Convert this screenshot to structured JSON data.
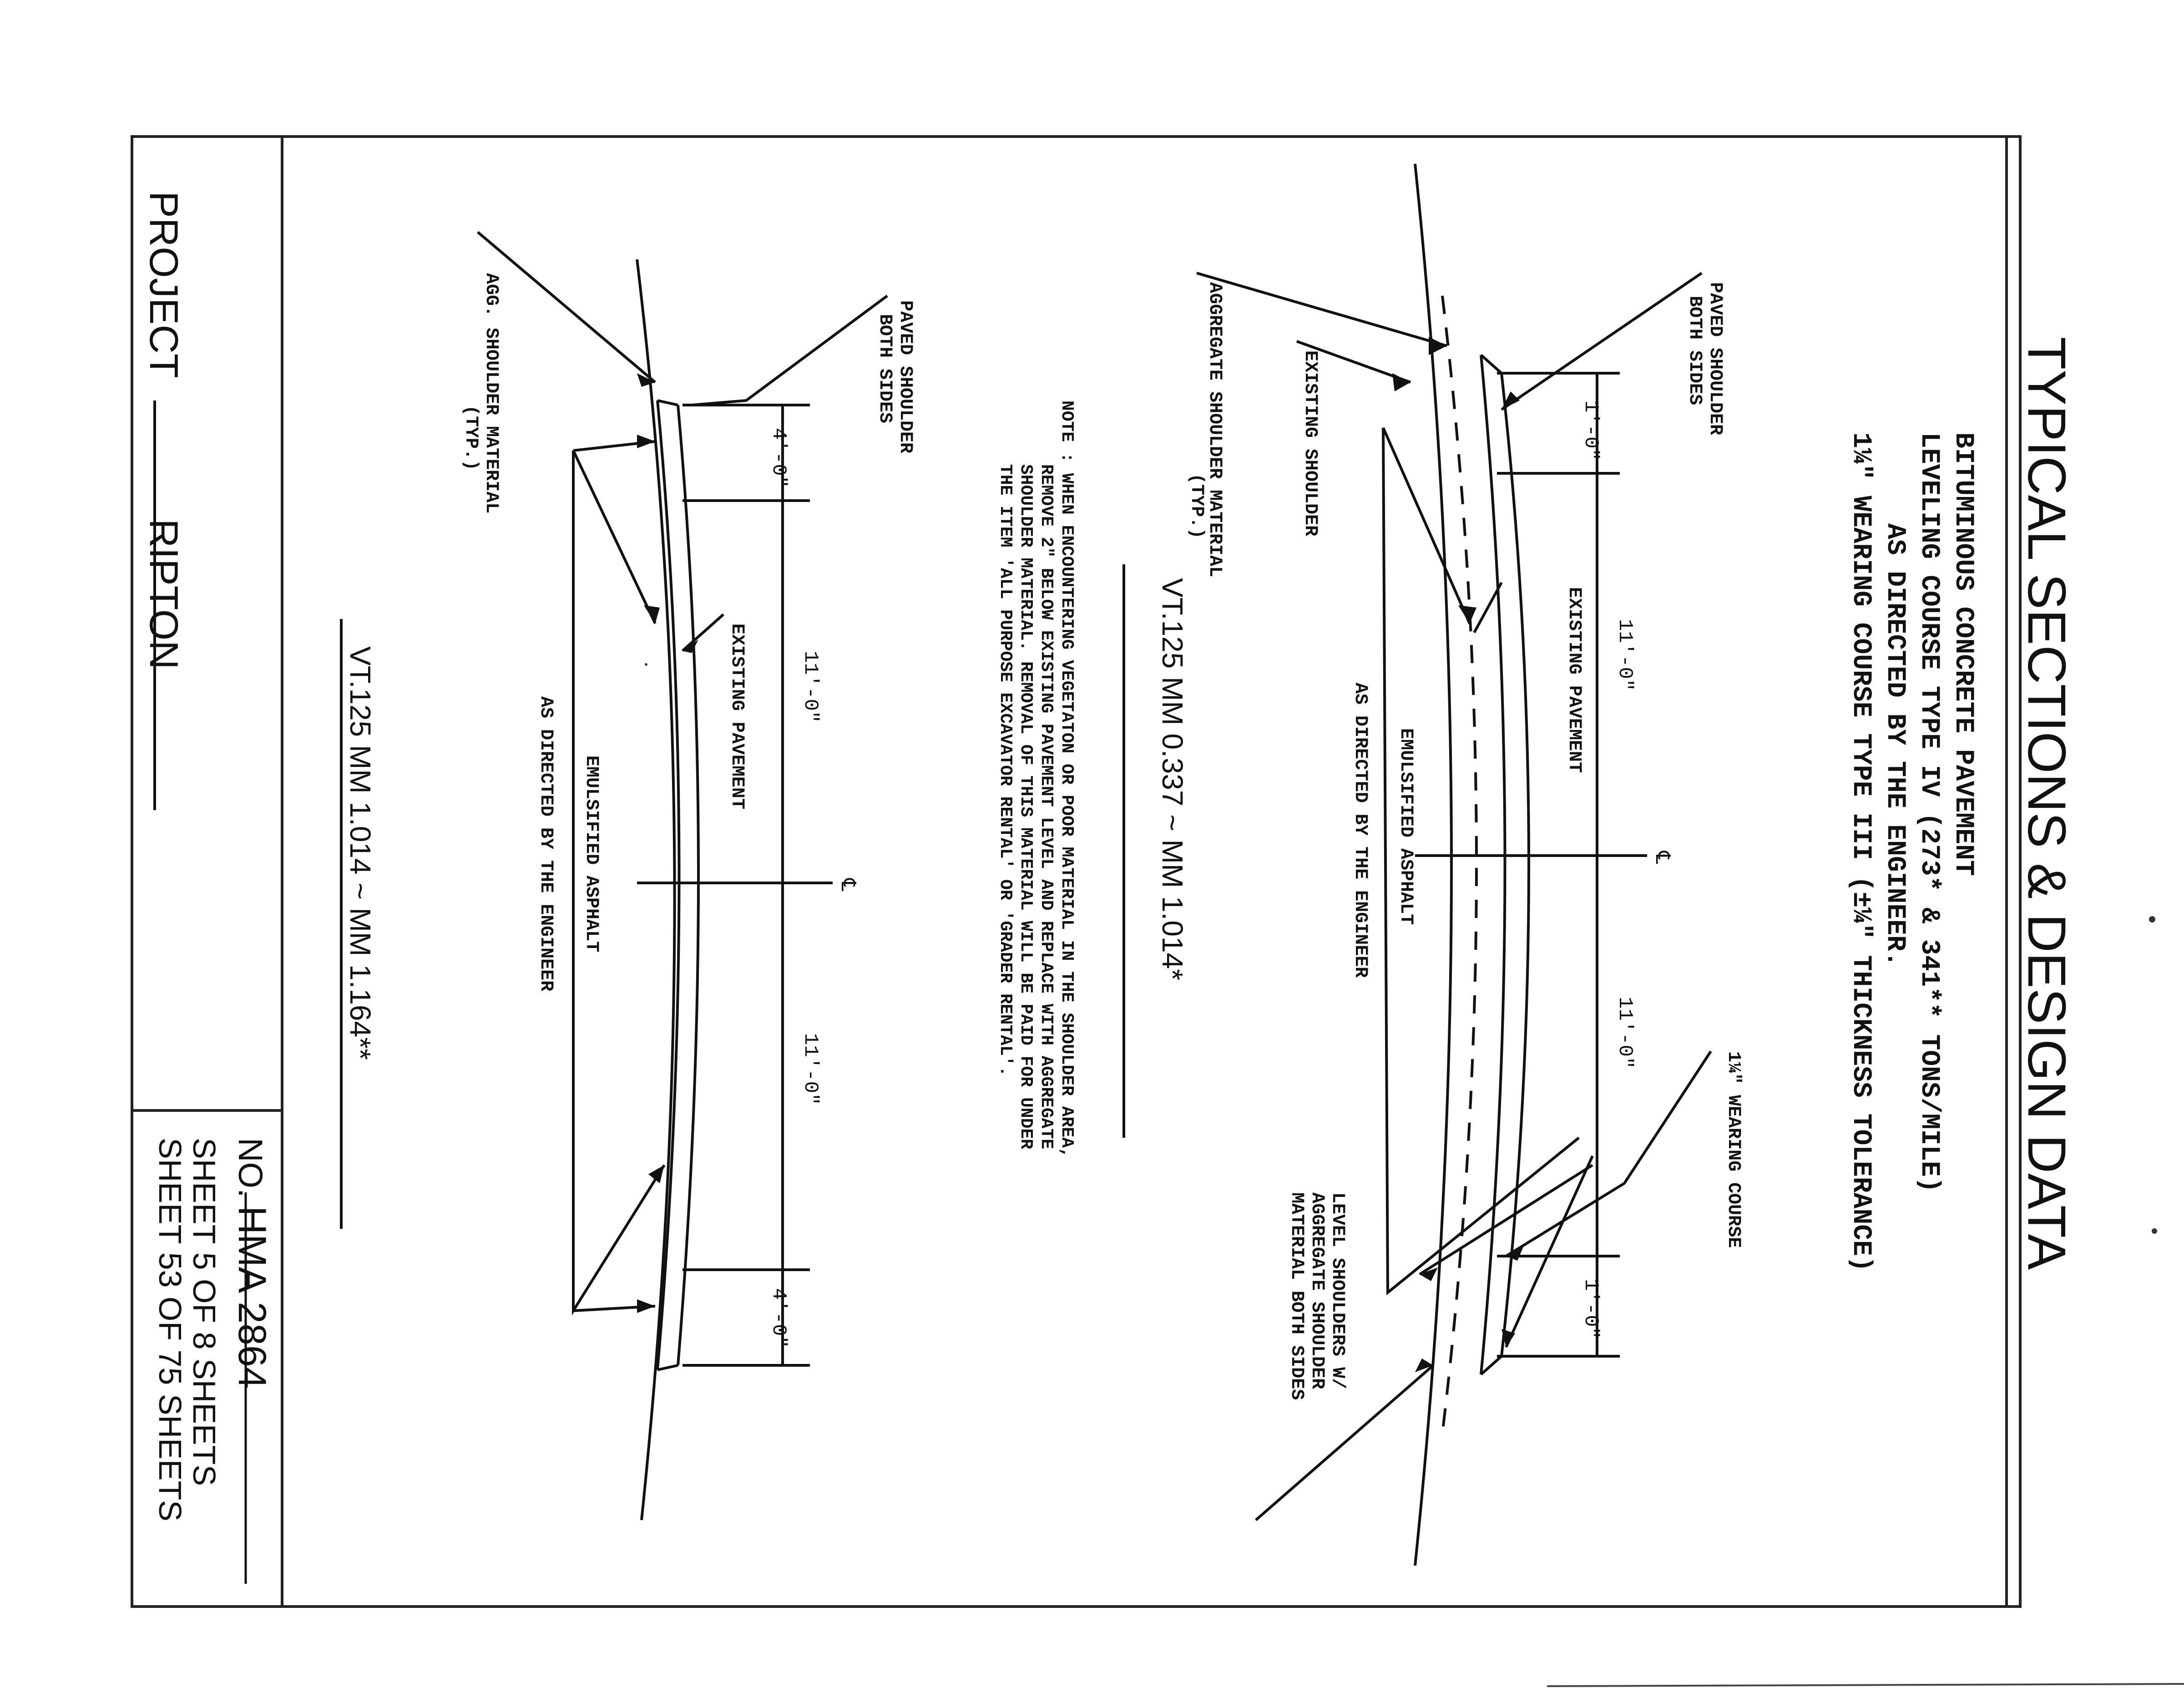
{
  "title": "TYPICAL SECTIONS & DESIGN DATA",
  "header_notes": [
    "BITUMINOUS CONCRETE PAVEMENT",
    "LEVELING COURSE TYPE IV (273* & 341** TONS/MILE)",
    "AS DIRECTED BY THE ENGINEER.",
    "1¼\" WEARING COURSE TYPE III (±¼\" THICKNESS TOLERANCE)"
  ],
  "section_top": {
    "caption": "VT.125  MM 0.337 ~ MM 1.014*",
    "labels": {
      "paved_shoulder": [
        "PAVED SHOULDER",
        "BOTH SIDES"
      ],
      "existing_shoulder": "EXISTING SHOULDER",
      "aggregate_shoulder": [
        "AGGREGATE SHOULDER MATERIAL",
        "(TYP.)"
      ],
      "existing_pavement": "EXISTING PAVEMENT",
      "emulsified": [
        "EMULSIFIED ASPHALT",
        "AS DIRECTED BY THE ENGINEER"
      ],
      "wearing_course": "1¼\" WEARING COURSE",
      "level_shoulders": [
        "LEVEL SHOULDERS W/",
        "AGGREGATE SHOULDER",
        "MATERIAL BOTH SIDES"
      ]
    },
    "dims": {
      "shoulder_left": "1'-0\"",
      "lane_left": "11'-0\"",
      "lane_right": "11'-0\"",
      "shoulder_right": "1'-0\""
    },
    "centerline": "℄"
  },
  "note": [
    "NOTE : WHEN ENCOUNTERING VEGETATON OR POOR MATERIAL IN THE SHOULDER AREA,",
    "REMOVE 2\" BELOW EXISTING PAVEMENT LEVEL AND REPLACE WITH AGGREGATE",
    "SHOULDER MATERIAL. REMOVAL OF THIS MATERIAL WILL BE PAID FOR UNDER",
    "THE ITEM 'ALL PURPOSE EXCAVATOR RENTAL' OR 'GRADER RENTAL'."
  ],
  "section_bottom": {
    "caption": "VT.125  MM 1.014 ~ MM 1.164**",
    "labels": {
      "paved_shoulder": [
        "PAVED SHOULDER",
        "BOTH SIDES"
      ],
      "agg_shoulder": [
        "AGG. SHOULDER MATERIAL",
        "(TYP.)"
      ],
      "existing_pavement": "EXISTING PAVEMENT",
      "emulsified": [
        "EMULSIFIED ASPHALT",
        "AS DIRECTED BY THE ENGINEER"
      ]
    },
    "dims": {
      "shoulder_left": "4'-0\"",
      "lane_left": "11'-0\"",
      "lane_right": "11'-0\"",
      "shoulder_right": "4'-0\""
    },
    "centerline": "℄"
  },
  "title_block": {
    "project_label": "PROJECT",
    "project_name": "RIPTON",
    "no_label": "NO.",
    "project_no": "HMA 2864",
    "sheet_line_1": "SHEET 5 OF 8 SHEETS",
    "sheet_line_2": "SHEET 53 OF 75 SHEETS"
  }
}
